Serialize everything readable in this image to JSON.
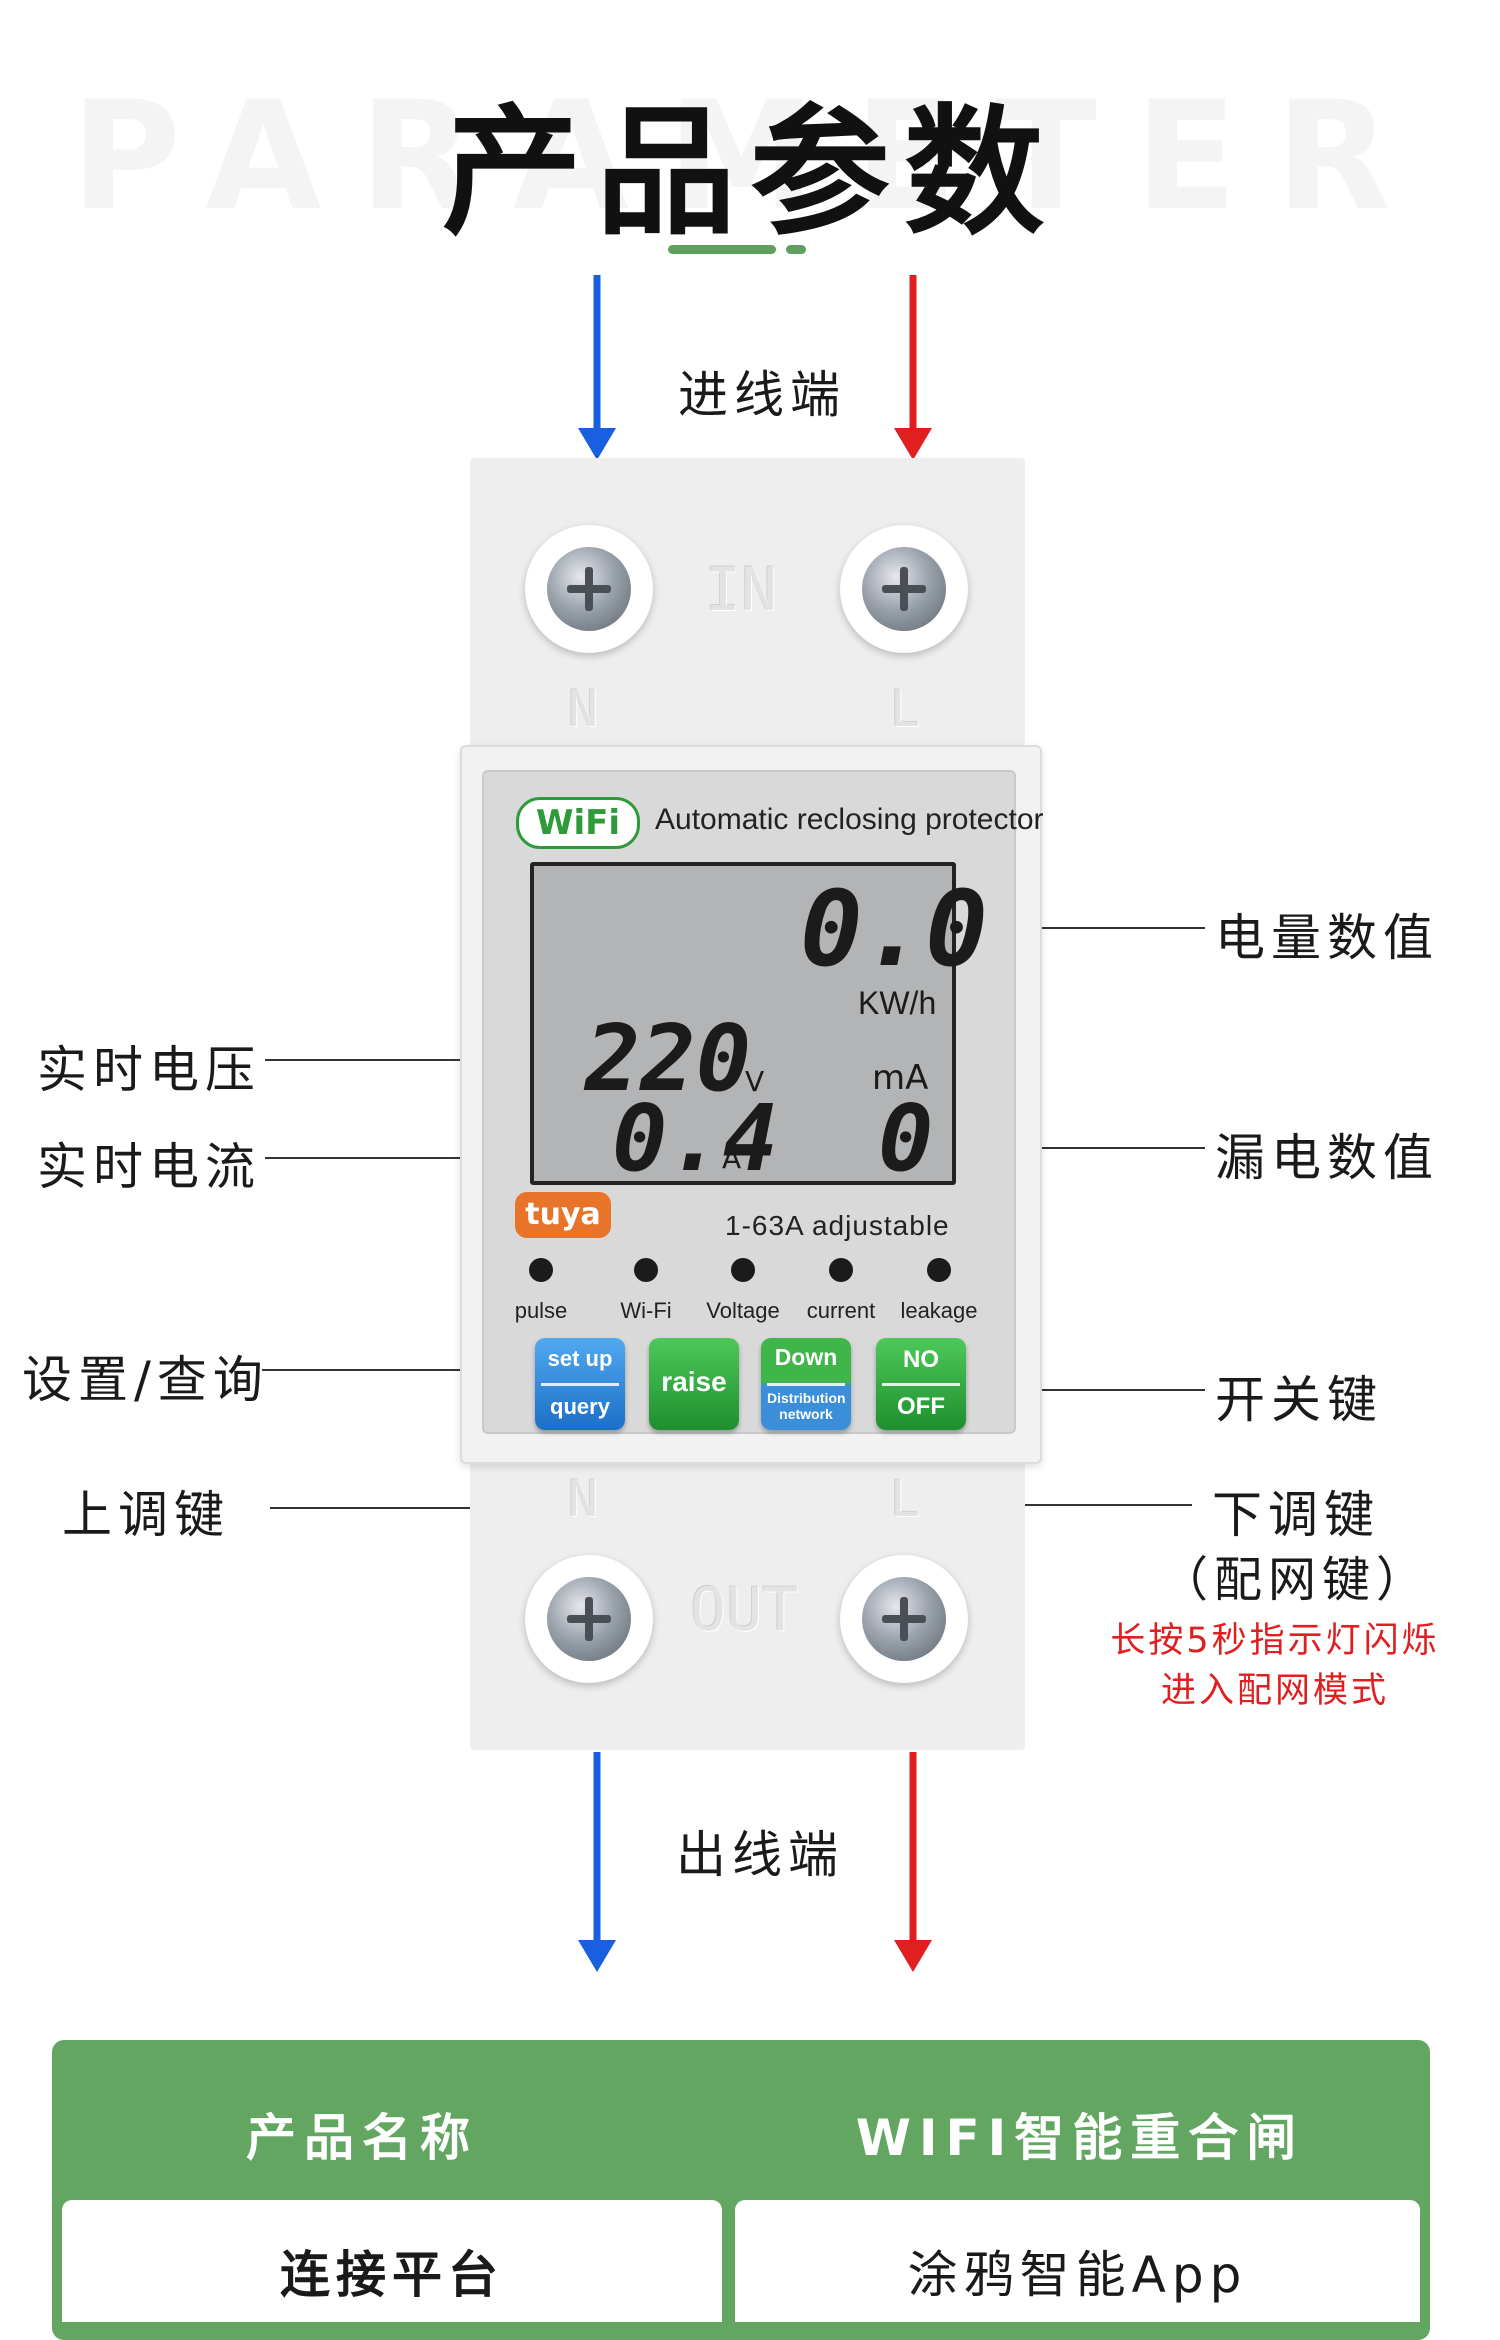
{
  "header": {
    "background_word": "PARAMETER",
    "title": "产品参数",
    "accent_color": "#5fa05f"
  },
  "wiring": {
    "in_label": "进线端",
    "out_label": "出线端",
    "neutral_color": "#1a5fe0",
    "live_color": "#e01f1f"
  },
  "device": {
    "top_mark": "IN",
    "bottom_mark": "OUT",
    "n_mark": "N",
    "l_mark": "L",
    "brand_logo": "WiFi",
    "brand_text": "Automatic reclosing protector",
    "lcd": {
      "energy_value": "0.0",
      "energy_unit": "KW/h",
      "voltage_value": "220",
      "voltage_unit": "V",
      "current_value": "0.4",
      "current_unit": "A",
      "leak_unit": "mA",
      "leak_value": "0"
    },
    "tuya_logo": "tuya",
    "range_text": "1-63A adjustable",
    "indicators": [
      "pulse",
      "Wi-Fi",
      "Voltage",
      "current",
      "leakage"
    ],
    "buttons": {
      "setup_top": "set up",
      "setup_bottom": "query",
      "raise": "raise",
      "down_top": "Down",
      "down_bottom": "Distribution network",
      "power_top": "NO",
      "power_bottom": "OFF"
    }
  },
  "callouts": {
    "energy": "电量数值",
    "voltage": "实时电压",
    "current": "实时电流",
    "leakage": "漏电数值",
    "setup": "设置/查询",
    "power": "开关键",
    "raise": "上调键",
    "down": "下调键",
    "down_sub": "（配网键）",
    "note_line1": "长按5秒指示灯闪烁",
    "note_line2": "进入配网模式"
  },
  "table": {
    "header_left": "产品名称",
    "header_right": "WIFI智能重合闸",
    "row_left": "连接平台",
    "row_right": "涂鸦智能App"
  }
}
